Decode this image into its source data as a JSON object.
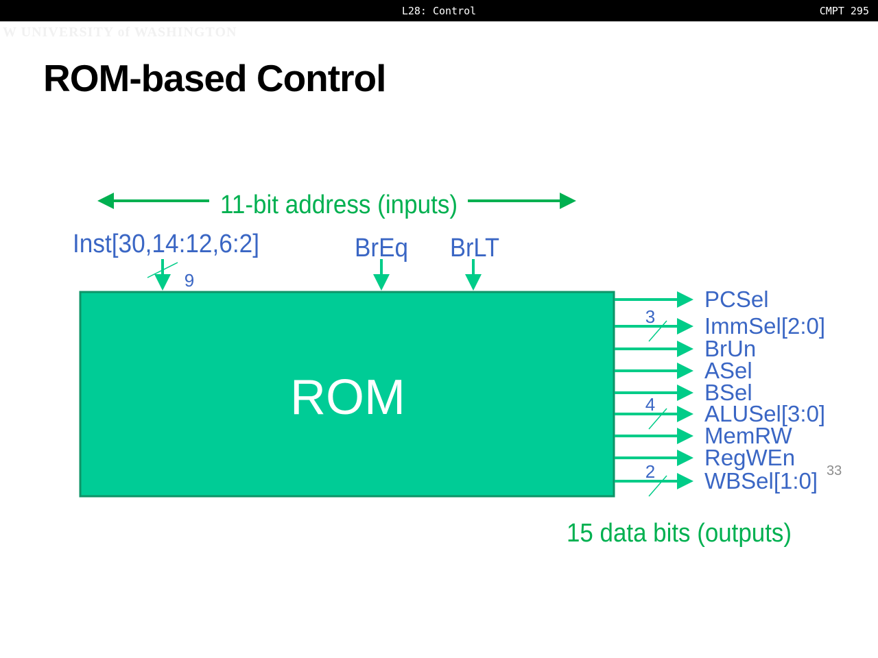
{
  "header": {
    "lecture": "L28: Control",
    "course": "CMPT 295",
    "logo_text": "W UNIVERSITY of WASHINGTON"
  },
  "slide": {
    "title": "ROM-based Control",
    "page_number": "33"
  },
  "diagram": {
    "block_label": "ROM",
    "address_label": "11-bit address (inputs)",
    "data_label": "15 data bits (outputs)",
    "colors": {
      "block_fill": "#00cc96",
      "block_border": "#0e9468",
      "wire": "#00cc88",
      "label_green": "#00b050",
      "label_blue": "#3a66c4"
    },
    "inputs": [
      {
        "name": "Inst[30,14:12,6:2]",
        "width": "9"
      },
      {
        "name": "BrEq",
        "width": ""
      },
      {
        "name": "BrLT",
        "width": ""
      }
    ],
    "outputs": [
      {
        "name": "PCSel",
        "width": ""
      },
      {
        "name": "ImmSel[2:0]",
        "width": "3"
      },
      {
        "name": "BrUn",
        "width": ""
      },
      {
        "name": "ASel",
        "width": ""
      },
      {
        "name": "BSel",
        "width": ""
      },
      {
        "name": "ALUSel[3:0]",
        "width": "4"
      },
      {
        "name": "MemRW",
        "width": ""
      },
      {
        "name": "RegWEn",
        "width": ""
      },
      {
        "name": "WBSel[1:0]",
        "width": "2"
      }
    ]
  }
}
